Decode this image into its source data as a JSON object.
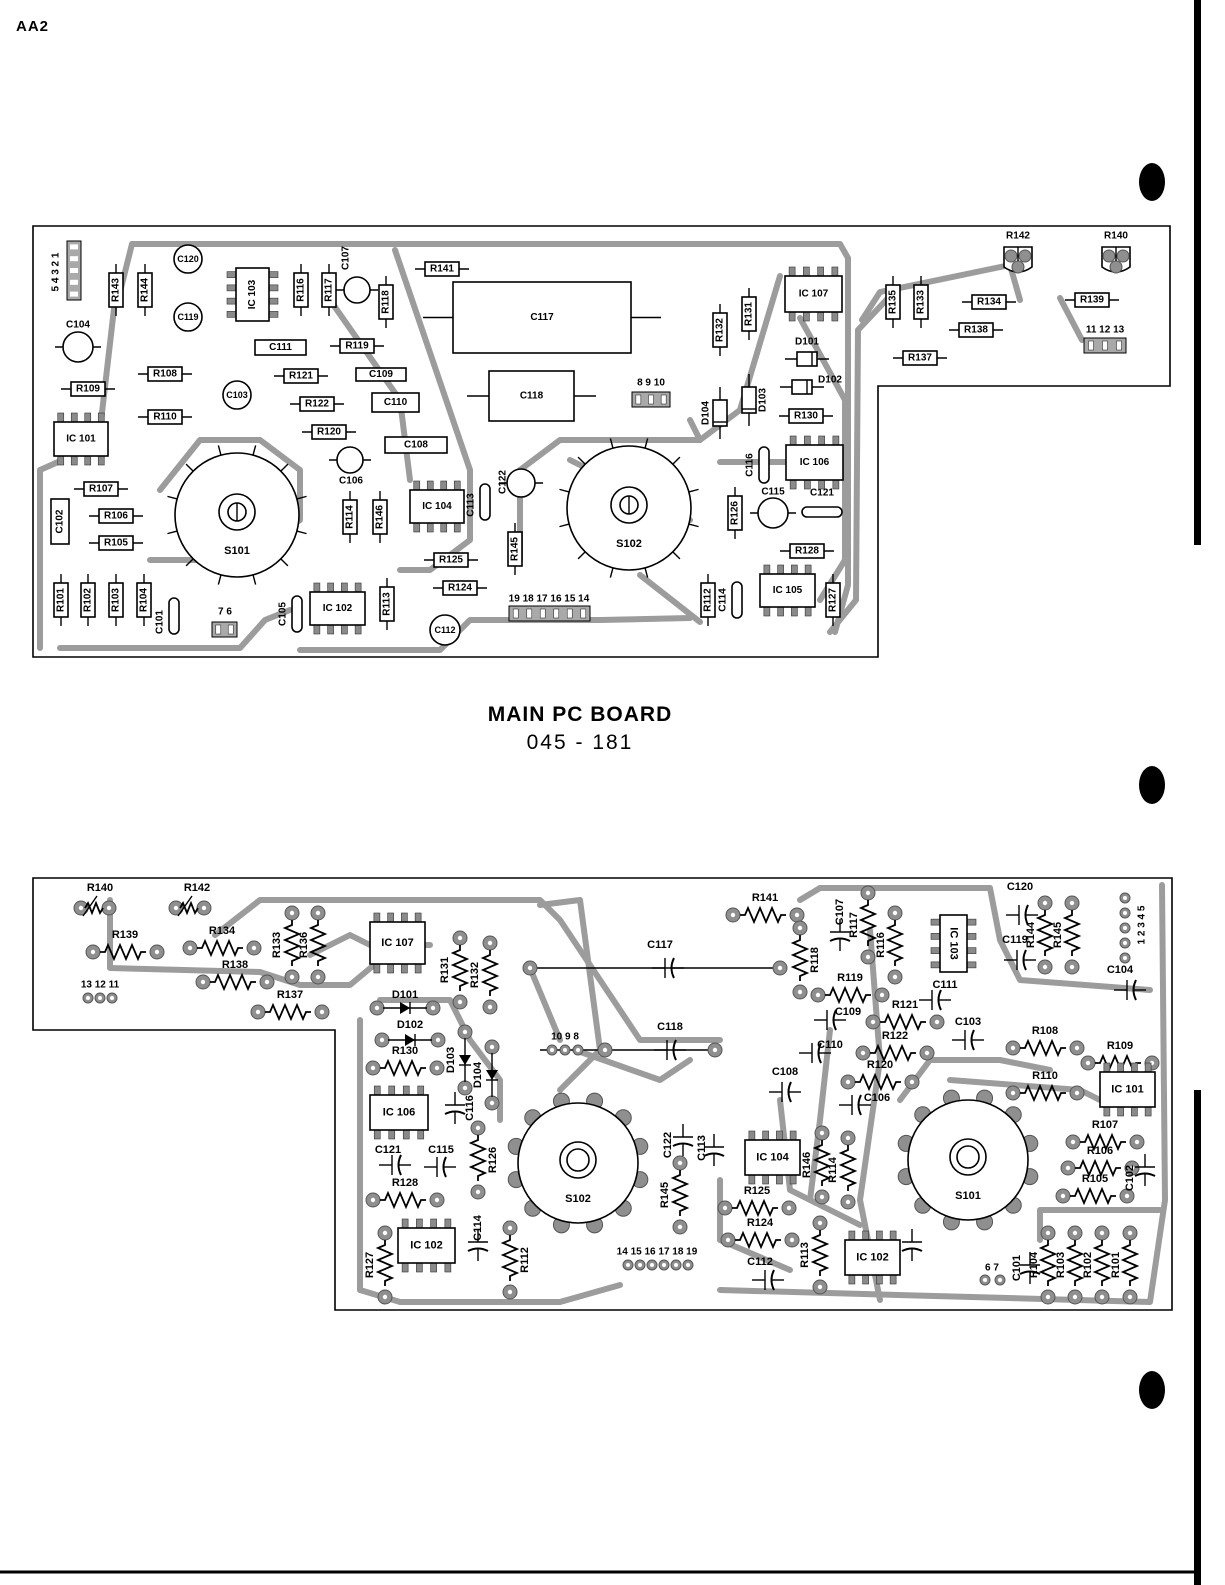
{
  "page_label": "AA2",
  "caption": {
    "title": "MAIN PC BOARD",
    "part_number": "045 - 181"
  },
  "top_board": {
    "J1": "5 4 3 2 1",
    "R143": "R143",
    "R144": "R144",
    "R116": "R116",
    "R117": "R117",
    "R118": "R118",
    "R114": "R114",
    "R146": "R146",
    "R145": "R145",
    "R101": "R101",
    "R102": "R102",
    "R103": "R103",
    "R104": "R104",
    "R113": "R113",
    "R132": "R132",
    "R131": "R131",
    "R126": "R126",
    "R112": "R112",
    "R127": "R127",
    "R135": "R135",
    "R133": "R133",
    "R141": "R141",
    "R119": "R119",
    "R108": "R108",
    "R109": "R109",
    "R121": "R121",
    "R122": "R122",
    "R110": "R110",
    "R120": "R120",
    "R107": "R107",
    "R106": "R106",
    "R105": "R105",
    "R125": "R125",
    "R124": "R124",
    "R130": "R130",
    "R128": "R128",
    "R134": "R134",
    "R139": "R139",
    "R138": "R138",
    "R137": "R137",
    "R142": "R142",
    "R140": "R140",
    "C120": "C120",
    "C119": "C119",
    "C103": "C103",
    "C112": "C112",
    "C107": "C107",
    "C104": "C104",
    "C106": "C106",
    "C122": "C122",
    "C115": "C115",
    "C111": "C111",
    "C109": "C109",
    "C110": "C110",
    "C108": "C108",
    "C117": "C117",
    "C118": "C118",
    "C102": "C102",
    "C101": "C101",
    "C105": "C105",
    "C113": "C113",
    "C116": "C116",
    "C114": "C114",
    "C121": "C121",
    "IC101": "IC 101",
    "IC104": "IC 104",
    "IC102": "IC 102",
    "IC107": "IC 107",
    "IC106": "IC 106",
    "IC105": "IC 105",
    "IC103": "IC 103",
    "S101": "S101",
    "S102": "S102",
    "P7_6": "7 6",
    "P19_14": "19 18 17 16 15 14",
    "P8_10": "8 9 10",
    "P11_13": "11 12 13",
    "D101": "D101",
    "D102": "D102",
    "D103": "D103",
    "D104": "D104"
  },
  "bottom_board": {
    "R140": "R140",
    "R142": "R142",
    "R139": "R139",
    "R134": "R134",
    "R138": "R138",
    "R137": "R137",
    "R130": "R130",
    "R128": "R128",
    "R141": "R141",
    "R119": "R119",
    "R121": "R121",
    "R122": "R122",
    "R120": "R120",
    "R125": "R125",
    "R124": "R124",
    "R108": "R108",
    "R109": "R109",
    "R110": "R110",
    "R107": "R107",
    "R106": "R106",
    "R105": "R105",
    "R133": "R133",
    "R136": "R136",
    "R131": "R131",
    "R132": "R132",
    "R126": "R126",
    "R127": "R127",
    "R112": "R112",
    "R145": "R145",
    "R146": "R146",
    "R114": "R114",
    "R113": "R113",
    "R118": "R118",
    "R117": "R117",
    "R116": "R116",
    "R144": "R144",
    "R145b": "R145",
    "R104": "R104",
    "R103": "R103",
    "R102": "R102",
    "R101": "R101",
    "C117": "C117",
    "C118": "C118",
    "C121": "C121",
    "C115": "C115",
    "C109": "C109",
    "C110": "C110",
    "C108": "C108",
    "C106": "C106",
    "C111": "C111",
    "C103": "C103",
    "C104": "C104",
    "C120": "C120",
    "C119": "C119",
    "C112": "C112",
    "C116": "C116",
    "C114": "C114",
    "C107": "C107",
    "C113": "C113",
    "C122": "C122",
    "C102": "C102",
    "C101": "C101",
    "IC107": "IC 107",
    "IC106": "IC 106",
    "IC102a": "IC 102",
    "IC104": "IC 104",
    "IC102b": "IC 102",
    "IC101": "IC 101",
    "IC103": "IC 103",
    "D101": "D101",
    "D102": "D102",
    "D103": "D103",
    "D104": "D104",
    "S101": "S101",
    "S102": "S102",
    "P13_11": "13 12 11",
    "P10_8": "10 9 8",
    "P14_19": "14 15 16 17 18 19",
    "P6_7": "6 7",
    "P1_5": "1 2 3 4 5"
  }
}
